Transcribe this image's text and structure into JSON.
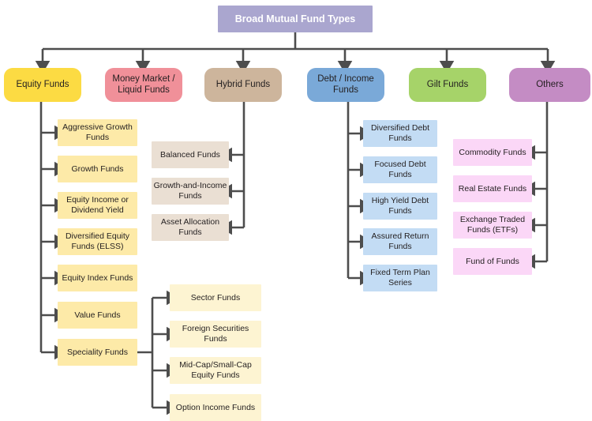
{
  "diagram": {
    "title": "Broad Mutual Fund Types",
    "type": "organizational-tree",
    "root": {
      "label": "Broad Mutual Fund Types",
      "color": "#aaa6cf",
      "text_color": "#ffffff"
    },
    "categories": [
      {
        "id": "equity",
        "label": "Equity Funds",
        "color": "#fcdb43",
        "children": [
          {
            "label": "Aggressive Growth Funds",
            "color": "#fdeaa8"
          },
          {
            "label": "Growth Funds",
            "color": "#fdeaa8"
          },
          {
            "label": "Equity Income or Dividend Yield",
            "color": "#fdeaa8"
          },
          {
            "label": "Diversified Equity Funds (ELSS)",
            "color": "#fdeaa8"
          },
          {
            "label": "Equity Index Funds",
            "color": "#fdeaa8"
          },
          {
            "label": "Value Funds",
            "color": "#fdeaa8"
          },
          {
            "label": "Speciality Funds",
            "color": "#fdeaa8"
          }
        ]
      },
      {
        "id": "money-market",
        "label": "Money Market / Liquid Funds",
        "color": "#f09099",
        "children": []
      },
      {
        "id": "hybrid",
        "label": "Hybrid Funds",
        "color": "#cdb59c",
        "children": [
          {
            "label": "Balanced Funds",
            "color": "#eadfd3"
          },
          {
            "label": "Growth-and-Income Funds",
            "color": "#eadfd3"
          },
          {
            "label": "Asset Allocation Funds",
            "color": "#eadfd3"
          }
        ]
      },
      {
        "id": "debt-income",
        "label": "Debt / Income Funds",
        "color": "#7aa9d8",
        "children": [
          {
            "label": "Diversified Debt Funds",
            "color": "#c3dcf4"
          },
          {
            "label": "Focused Debt Funds",
            "color": "#c3dcf4"
          },
          {
            "label": "High Yield Debt Funds",
            "color": "#c3dcf4"
          },
          {
            "label": "Assured Return Funds",
            "color": "#c3dcf4"
          },
          {
            "label": "Fixed Term Plan Series",
            "color": "#c3dcf4"
          }
        ]
      },
      {
        "id": "gilt",
        "label": "Gilt Funds",
        "color": "#a6d369",
        "children": []
      },
      {
        "id": "others",
        "label": "Others",
        "color": "#c48cc4",
        "children": [
          {
            "label": "Commodity Funds",
            "color": "#fbd7f7"
          },
          {
            "label": "Real Estate Funds",
            "color": "#fbd7f7"
          },
          {
            "label": "Exchange Traded Funds (ETFs)",
            "color": "#fbd7f7"
          },
          {
            "label": "Fund of Funds",
            "color": "#fbd7f7"
          }
        ]
      }
    ],
    "speciality_children": [
      {
        "label": "Sector Funds",
        "color": "#fdf4d2"
      },
      {
        "label": "Foreign Securities Funds",
        "color": "#fdf4d2"
      },
      {
        "label": "Mid-Cap/Small-Cap Equity Funds",
        "color": "#fdf4d2"
      },
      {
        "label": "Option Income Funds",
        "color": "#fdf4d2"
      }
    ],
    "connector_color": "#4d4d4d"
  }
}
